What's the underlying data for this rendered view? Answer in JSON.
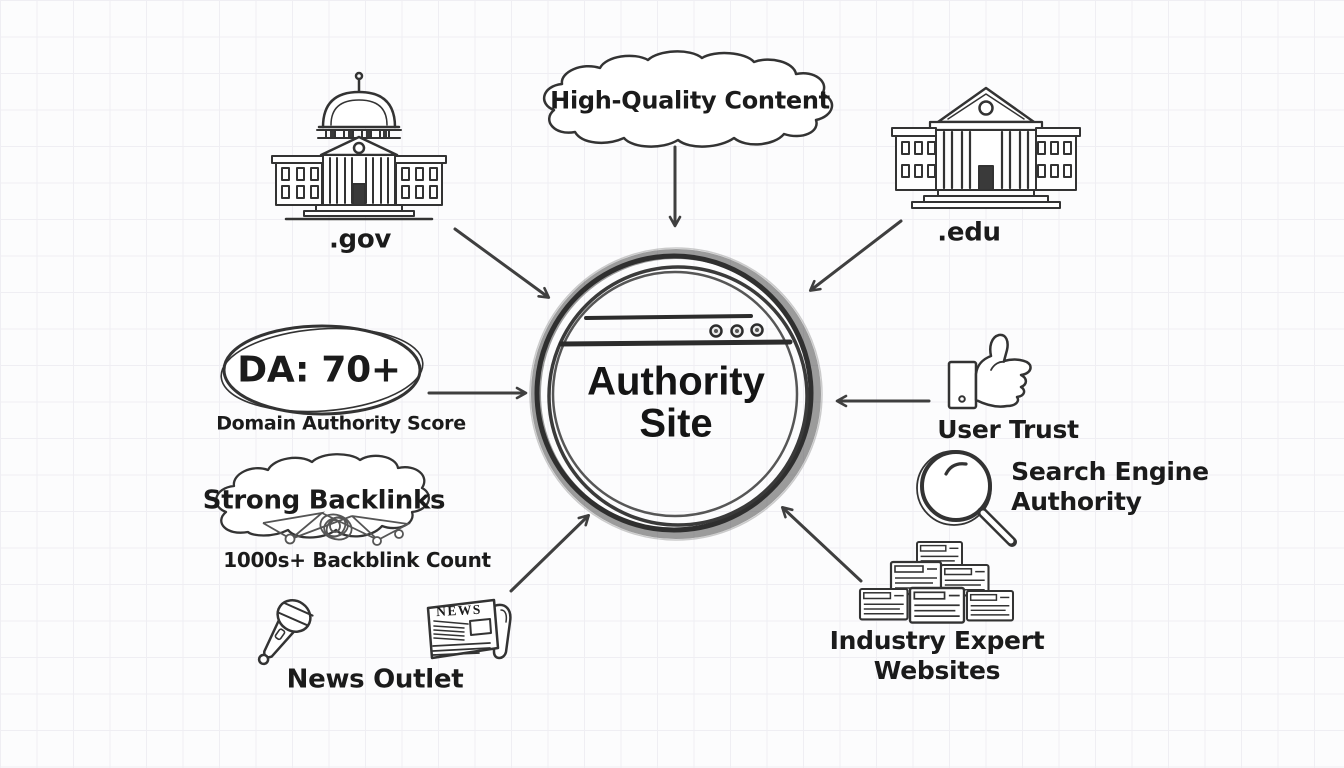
{
  "palette": {
    "ink": "#333333",
    "arrow": "#3f3f3f",
    "text": "#1b1b1b",
    "background": "#fcfcfd",
    "grid": "#efeef3"
  },
  "center": {
    "title": "Authority\nSite"
  },
  "sources": {
    "gov": {
      "label": ".gov"
    },
    "content": {
      "label": "High-Quality Content"
    },
    "edu": {
      "label": ".edu"
    },
    "da": {
      "value": "DA: 70+",
      "caption": "Domain Authority Score"
    },
    "backlinks": {
      "label": "Strong Backlinks",
      "caption": "1000s+ Backblink Count"
    },
    "news": {
      "label": "News Outlet",
      "masthead": "NEWS"
    },
    "trust": {
      "label": "User Trust"
    },
    "search": {
      "label": "Search Engine\nAuthority"
    },
    "experts": {
      "label": "Industry Expert\nWebsites"
    }
  }
}
